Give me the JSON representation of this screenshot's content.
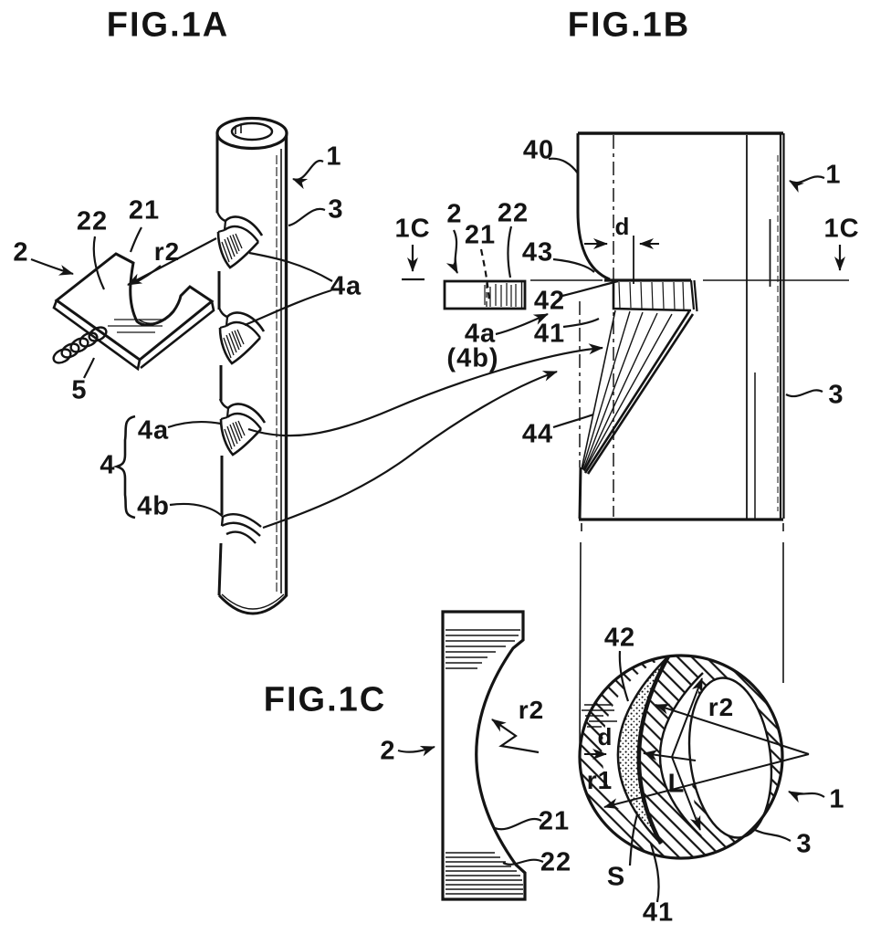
{
  "fig1a": {
    "title": "FIG.1A",
    "labels": {
      "n1": "1",
      "n3": "3",
      "n2": "2",
      "n21": "21",
      "n22": "22",
      "r2": "r2",
      "n5": "5",
      "n4a_upper": "4a",
      "n4a_lower": "4a",
      "n4": "4",
      "n4b": "4b"
    }
  },
  "fig1b": {
    "title": "FIG.1B",
    "labels": {
      "n40": "40",
      "n43": "43",
      "n42": "42",
      "n41": "41",
      "n44": "44",
      "n4a": "4a",
      "n4b_paren": "(4b)",
      "n2": "2",
      "n21": "21",
      "n22": "22",
      "d": "d",
      "sec_left": "1C",
      "sec_right": "1C",
      "n1": "1",
      "n3": "3"
    }
  },
  "fig1c": {
    "title": "FIG.1C",
    "labels": {
      "n2": "2",
      "r2_side": "r2",
      "n21": "21",
      "n22": "22",
      "n42": "42",
      "r2": "r2",
      "d": "d",
      "r1": "r1",
      "L": "L",
      "n1": "1",
      "n3": "3",
      "S": "S",
      "n41": "41"
    }
  }
}
